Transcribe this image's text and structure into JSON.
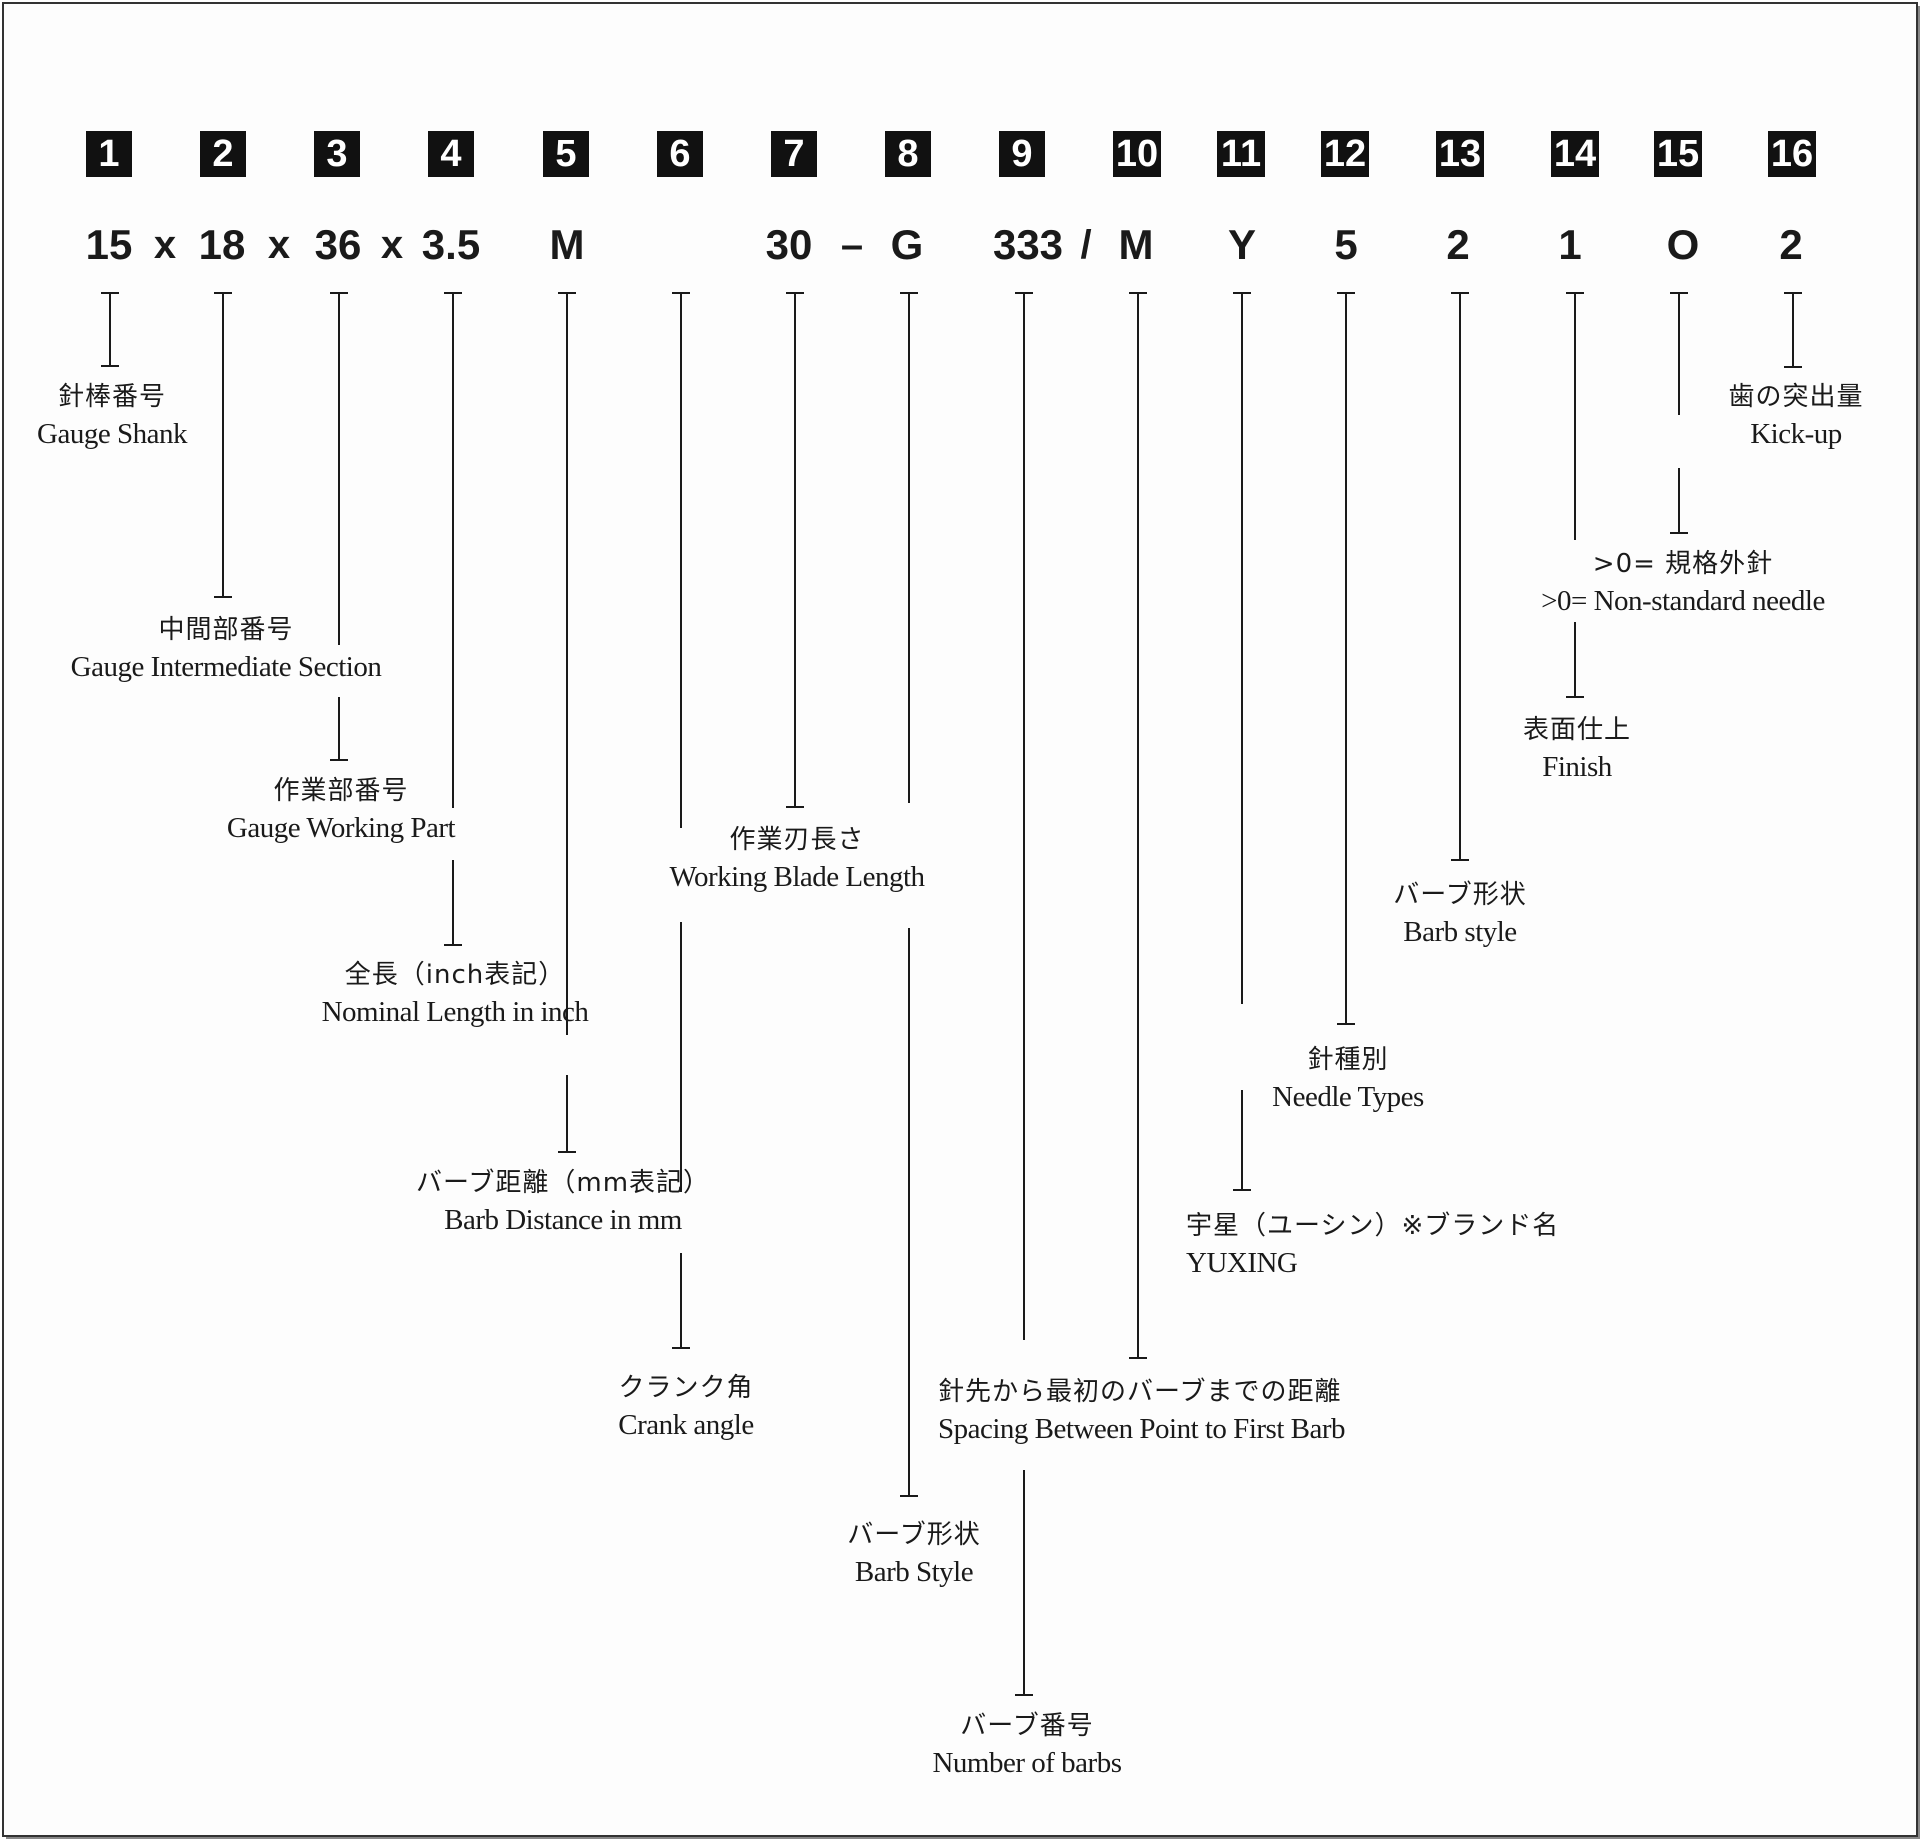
{
  "positions": [
    "1",
    "2",
    "3",
    "4",
    "5",
    "6",
    "7",
    "8",
    "9",
    "10",
    "11",
    "12",
    "13",
    "14",
    "15",
    "16"
  ],
  "code_values": [
    "15",
    "18",
    "36",
    "3.5",
    "M",
    "",
    "30",
    "G",
    "333",
    "M",
    "Y",
    "5",
    "2",
    "1",
    "O",
    "2"
  ],
  "separators": [
    "x",
    "x",
    "x",
    "–",
    "/"
  ],
  "labels": {
    "gauge_shank": {
      "ja": "針棒番号",
      "en": "Gauge Shank"
    },
    "gauge_intermediate": {
      "ja": "中間部番号",
      "en": "Gauge Intermediate Section"
    },
    "gauge_working": {
      "ja": "作業部番号",
      "en": "Gauge Working Part"
    },
    "nominal_length": {
      "ja": "全長（inch表記）",
      "en": "Nominal Length in inch"
    },
    "barb_distance": {
      "ja": "バーブ距離（mm表記）",
      "en": "Barb Distance in mm"
    },
    "crank_angle": {
      "ja": "クランク角",
      "en": "Crank angle"
    },
    "working_blade": {
      "ja": "作業刃長さ",
      "en": "Working Blade Length"
    },
    "barb_style_8": {
      "ja": "バーブ形状",
      "en": "Barb Style"
    },
    "number_of_barbs": {
      "ja": "バーブ番号",
      "en": "Number of barbs"
    },
    "spacing_first_barb": {
      "ja": "針先から最初のバーブまでの距離",
      "en": "Spacing Between Point to First Barb"
    },
    "yuxing": {
      "ja": "宇星（ユーシン）※ブランド名",
      "en": "YUXING"
    },
    "needle_types": {
      "ja": "針種別",
      "en": "Needle Types"
    },
    "barb_style_13": {
      "ja": "バーブ形状",
      "en": "Barb style"
    },
    "finish": {
      "ja": "表面仕上",
      "en": "Finish"
    },
    "non_standard": {
      "ja": ">0=  規格外針",
      "en": ">0= Non-standard needle"
    },
    "kick_up": {
      "ja": "歯の突出量",
      "en": "Kick-up"
    }
  }
}
